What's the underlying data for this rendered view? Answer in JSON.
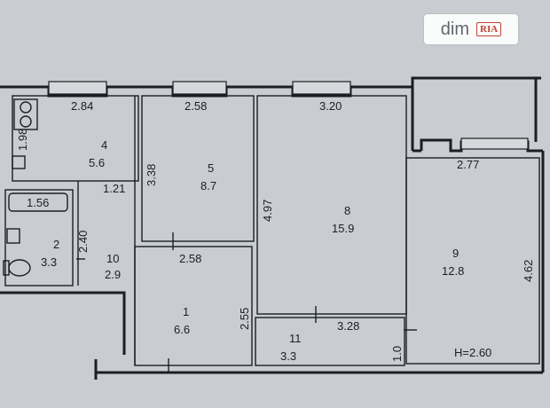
{
  "watermark": {
    "brand": "dim",
    "badge": "RIA"
  },
  "rooms": [
    {
      "id": "r4",
      "number": "4",
      "area": "5.6"
    },
    {
      "id": "r5",
      "number": "5",
      "area": "8.7"
    },
    {
      "id": "r8",
      "number": "8",
      "area": "15.9"
    },
    {
      "id": "r9",
      "number": "9",
      "area": "12.8"
    },
    {
      "id": "r2",
      "number": "2",
      "area": "3.3"
    },
    {
      "id": "r10",
      "number": "10",
      "area": "2.9"
    },
    {
      "id": "r1",
      "number": "1",
      "area": "6.6"
    },
    {
      "id": "r11",
      "number": "11",
      "area": "3.3"
    }
  ],
  "dimensions": {
    "r4_width": "2.84",
    "r4_height": "1.98",
    "r5_width": "2.58",
    "r5_height": "3.38",
    "r8_width": "3.20",
    "r8_height": "4.97",
    "r9_width": "2.77",
    "r9_height": "4.62",
    "bath_width": "1.56",
    "bath_height": "2.40",
    "corridor_width": "1.21",
    "r1_width": "2.58",
    "r1_height": "2.55",
    "r11_width": "3.28",
    "r11_height": "1.0"
  },
  "ceiling_height": "H=2.60"
}
